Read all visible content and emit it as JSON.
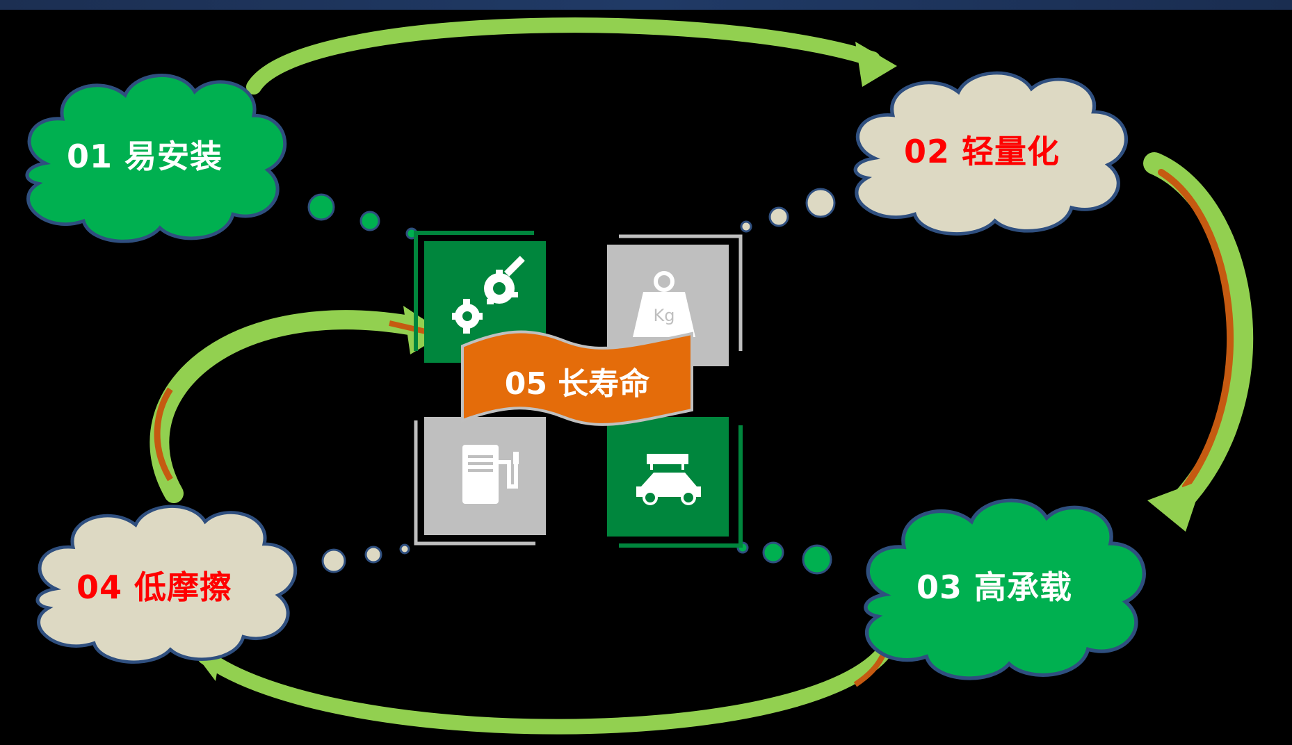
{
  "colors": {
    "background": "#000000",
    "cloud_green": "#00b050",
    "cloud_beige": "#ddd9c3",
    "cloud_outline": "#2f4f7f",
    "arrow_green": "#92d050",
    "arrow_orange": "#c55a11",
    "tile_green": "#00863d",
    "tile_gray": "#bfbfbf",
    "banner_orange": "#e46c0a",
    "label_white": "#ffffff",
    "label_red": "#ff0000"
  },
  "clouds": [
    {
      "id": "c1",
      "label": "01 易安装",
      "fill": "green",
      "label_color": "white"
    },
    {
      "id": "c2",
      "label": "02 轻量化",
      "fill": "beige",
      "label_color": "red"
    },
    {
      "id": "c3",
      "label": "03 高承载",
      "fill": "green",
      "label_color": "white"
    },
    {
      "id": "c4",
      "label": "04 低摩擦",
      "fill": "beige",
      "label_color": "red"
    }
  ],
  "center": {
    "banner_label": "05 长寿命",
    "tiles": [
      {
        "icon": "gears-icon",
        "fill": "green"
      },
      {
        "icon": "weight-kg-icon",
        "fill": "gray",
        "icon_text": "Kg"
      },
      {
        "icon": "fuel-pump-icon",
        "fill": "gray"
      },
      {
        "icon": "car-with-roof-load-icon",
        "fill": "green"
      }
    ]
  }
}
